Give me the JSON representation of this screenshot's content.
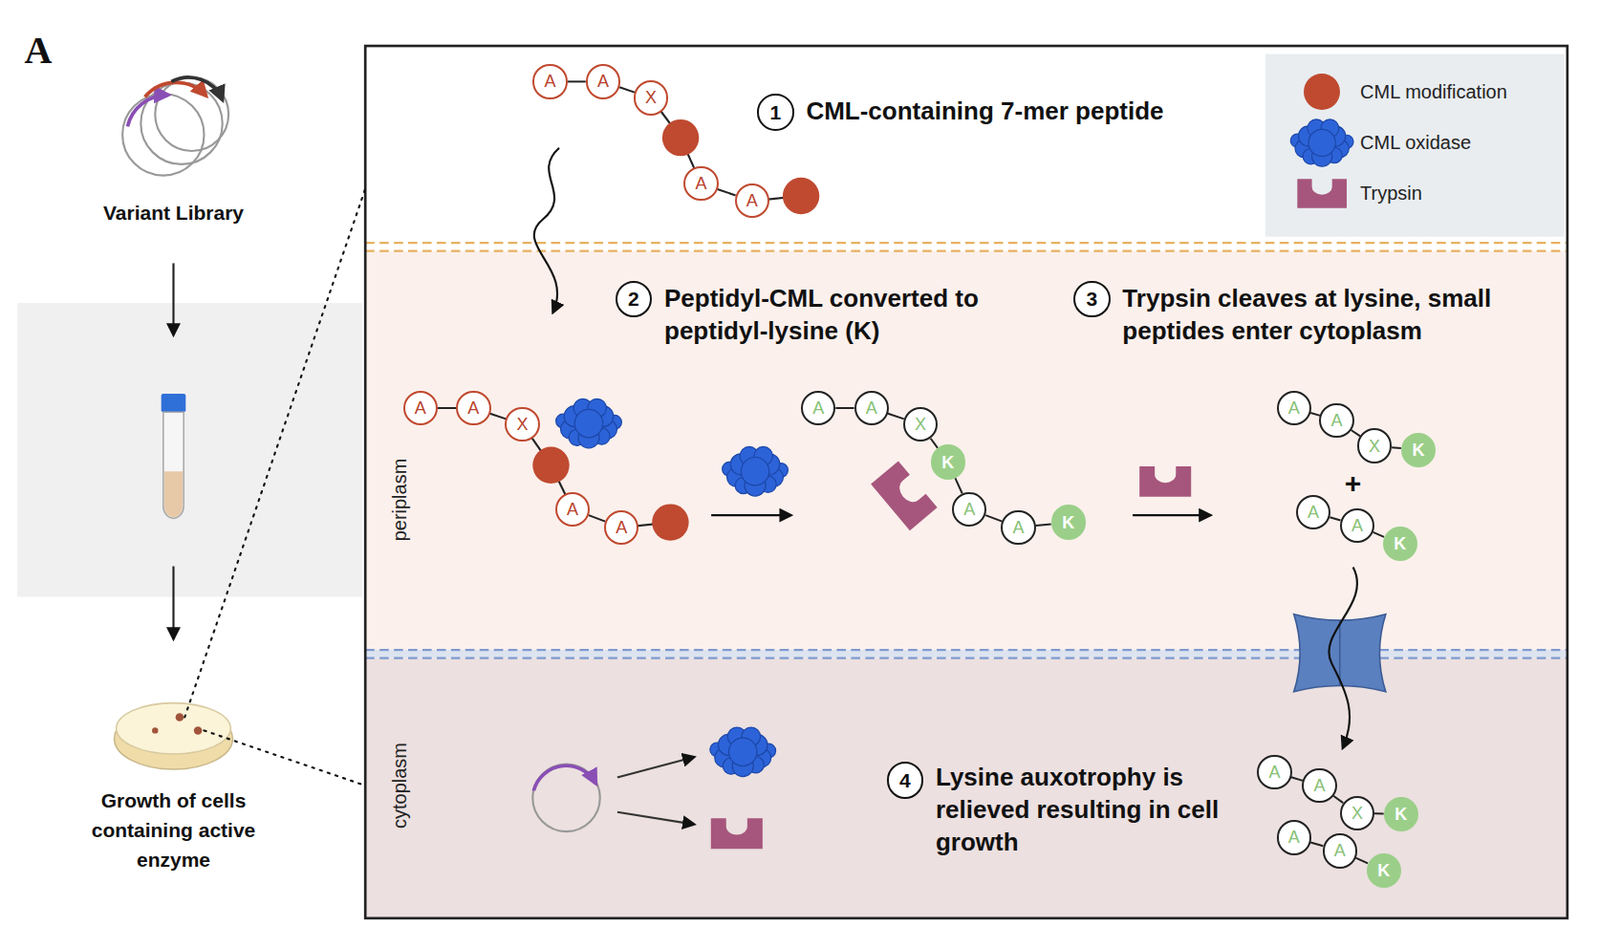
{
  "diagram": {
    "nodes": [
      {
        "text": [
          "1"
        ]
      },
      {
        "text": [
          "A"
        ]
      },
      {
        "text": [
          "A"
        ]
      },
      {
        "text": [
          "X"
        ]
      },
      {
        "text": [
          "A"
        ]
      },
      {
        "text": [
          "A"
        ]
      },
      {
        "text": [
          "periplasm"
        ]
      },
      {
        "text": [
          "2"
        ],
        "in": 6
      },
      {
        "text": [
          "3"
        ],
        "in": 6
      },
      {
        "text": [
          "A"
        ],
        "in": 6
      },
      {
        "text": [
          "A"
        ],
        "in": 6
      },
      {
        "text": [
          "X"
        ],
        "in": 6
      },
      {
        "text": [
          "A"
        ],
        "in": 6
      },
      {
        "text": [
          "A"
        ],
        "in": 6
      },
      {
        "text": [
          "A"
        ],
        "in": 6
      },
      {
        "text": [
          "A"
        ],
        "in": 6
      },
      {
        "text": [
          "X"
        ],
        "in": 6
      },
      {
        "text": [
          "K"
        ],
        "in": 6
      },
      {
        "text": [
          "A"
        ],
        "in": 6
      },
      {
        "text": [
          "A"
        ],
        "in": 6
      },
      {
        "text": [
          "K"
        ],
        "in": 6
      },
      {
        "text": [
          "A"
        ],
        "in": 6
      },
      {
        "text": [
          "A"
        ],
        "in": 6
      },
      {
        "text": [
          "X"
        ],
        "in": 6
      },
      {
        "text": [
          "K"
        ],
        "in": 6
      },
      {
        "text": [
          "A"
        ],
        "in": 6
      },
      {
        "text": [
          "A"
        ],
        "in": 6
      },
      {
        "text": [
          "K"
        ],
        "in": 6
      },
      {
        "text": [
          "cytoplasm"
        ]
      },
      {
        "text": [
          "4"
        ],
        "in": 28
      },
      {
        "text": [
          "A"
        ],
        "in": 28
      },
      {
        "text": [
          "A"
        ],
        "in": 28
      },
      {
        "text": [
          "X"
        ],
        "in": 28
      },
      {
        "text": [
          "K"
        ],
        "in": 28
      },
      {
        "text": [
          "A"
        ],
        "in": 28
      },
      {
        "text": [
          "A"
        ],
        "in": 28
      },
      {
        "text": [
          "K"
        ],
        "in": 28
      }
    ],
    "edges": [
      {
        "from": 1,
        "to": 2,
        "arrow": "none"
      },
      {
        "from": 2,
        "to": 3,
        "arrow": "none"
      },
      {
        "from": 4,
        "to": 5,
        "arrow": "none"
      },
      {
        "from": 9,
        "to": 10,
        "arrow": "none"
      },
      {
        "from": 10,
        "to": 11,
        "arrow": "none"
      },
      {
        "from": 12,
        "to": 13,
        "arrow": "none"
      },
      {
        "from": 14,
        "to": 15,
        "arrow": "none"
      },
      {
        "from": 15,
        "to": 16,
        "arrow": "none"
      },
      {
        "from": 16,
        "to": 17,
        "arrow": "none"
      },
      {
        "from": 17,
        "to": 18,
        "arrow": "none"
      },
      {
        "from": 18,
        "to": 19,
        "arrow": "none"
      },
      {
        "from": 19,
        "to": 20,
        "arrow": "none"
      },
      {
        "from": 21,
        "to": 22,
        "arrow": "none"
      },
      {
        "from": 22,
        "to": 23,
        "arrow": "none"
      },
      {
        "from": 23,
        "to": 24,
        "arrow": "none"
      },
      {
        "from": 25,
        "to": 26,
        "arrow": "none"
      },
      {
        "from": 26,
        "to": 27,
        "arrow": "none"
      },
      {
        "from": 30,
        "to": 31,
        "arrow": "none"
      },
      {
        "from": 31,
        "to": 32,
        "arrow": "none"
      },
      {
        "from": 32,
        "to": 33,
        "arrow": "none"
      },
      {
        "from": 34,
        "to": 35,
        "arrow": "none"
      },
      {
        "from": 35,
        "to": 36,
        "arrow": "none"
      }
    ],
    "labels": [
      "A",
      "Variant Library",
      "Growth of cells containing active enzyme",
      "CML-containing 7-mer peptide",
      "Peptidyl-CML converted to peptidyl-lysine (K)",
      "Trypsin cleaves at lysine, small peptides enter cytoplasm",
      "+",
      "Lysine auxotrophy is relieved resulting in cell growth"
    ],
    "legend": [
      {
        "text": "CML modification",
        "color": "#bf4a30"
      },
      {
        "text": "CML oxidase"
      },
      {
        "text": "Trypsin"
      }
    ]
  }
}
